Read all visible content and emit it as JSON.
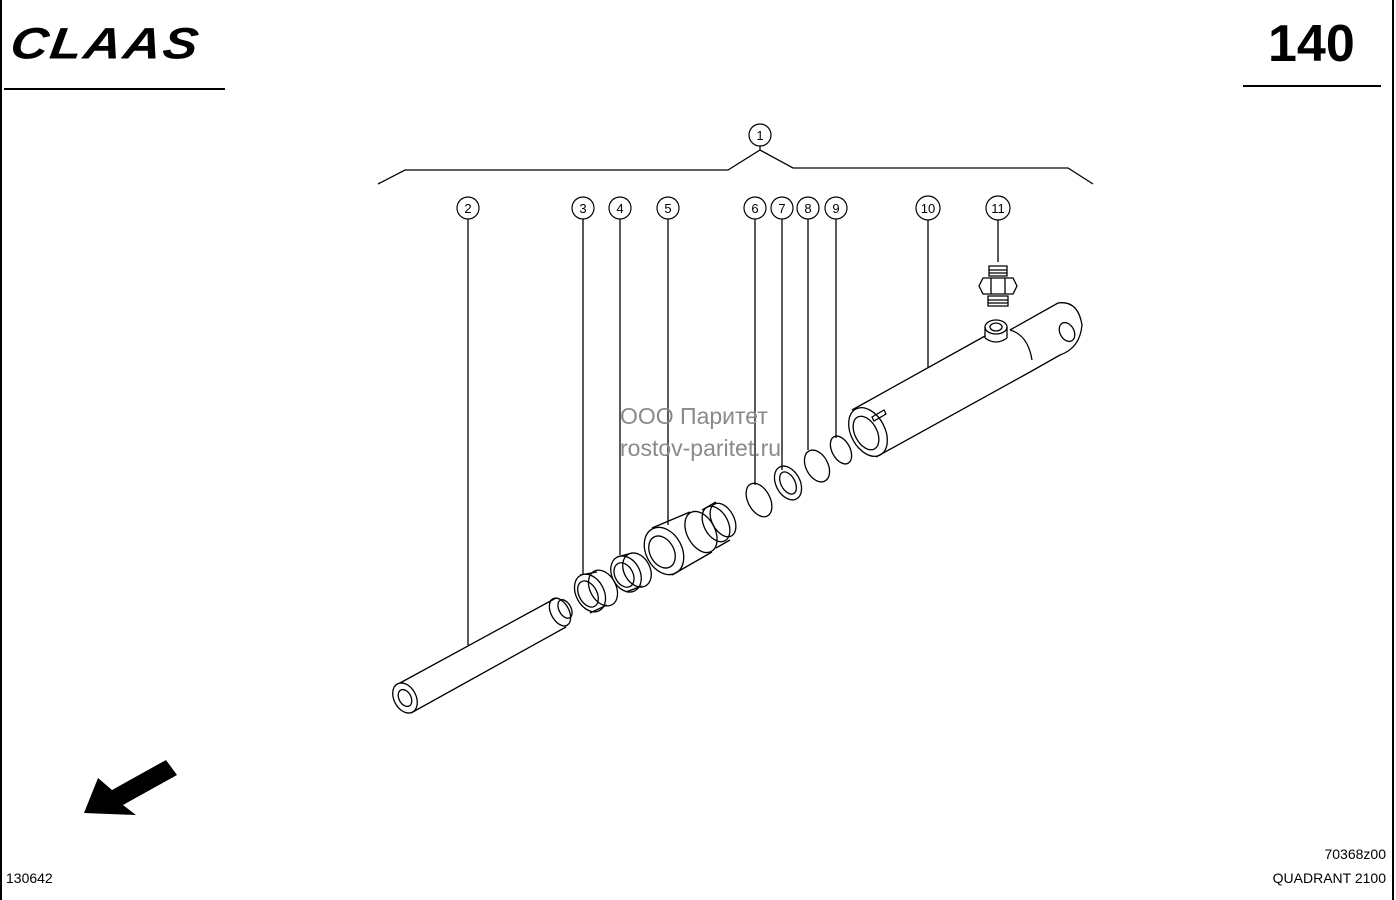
{
  "header": {
    "brand_logo": "CLAAS",
    "page_number": "140"
  },
  "footer": {
    "drawing_number": "130642",
    "code": "70368z00",
    "model": "QUADRANT 2100"
  },
  "watermark": {
    "line1": "ООО Паритет",
    "line2": "rostov-paritet.ru"
  },
  "callouts": {
    "c1": "1",
    "c2": "2",
    "c3": "3",
    "c4": "4",
    "c5": "5",
    "c6": "6",
    "c7": "7",
    "c8": "8",
    "c9": "9",
    "c10": "10",
    "c11": "11"
  },
  "icons": {
    "direction_arrow": "arrow-down-left-icon"
  }
}
